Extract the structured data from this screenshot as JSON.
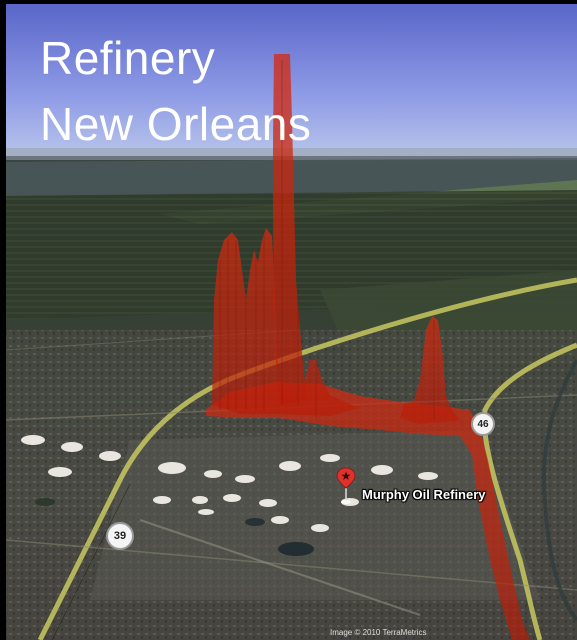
{
  "title": {
    "line1": "Refinery",
    "line2": "New Orleans"
  },
  "placemark": {
    "label": "Murphy Oil Refinery",
    "icon": "star-pin-icon",
    "color": "#e0322a"
  },
  "road_shields": [
    {
      "id": "39",
      "label": "39"
    },
    {
      "id": "46",
      "label": "46"
    }
  ],
  "overlay": {
    "color": "#c8200c",
    "description_type": "3d-emission-column"
  },
  "copyright": "Image © 2010 TerraMetrics"
}
